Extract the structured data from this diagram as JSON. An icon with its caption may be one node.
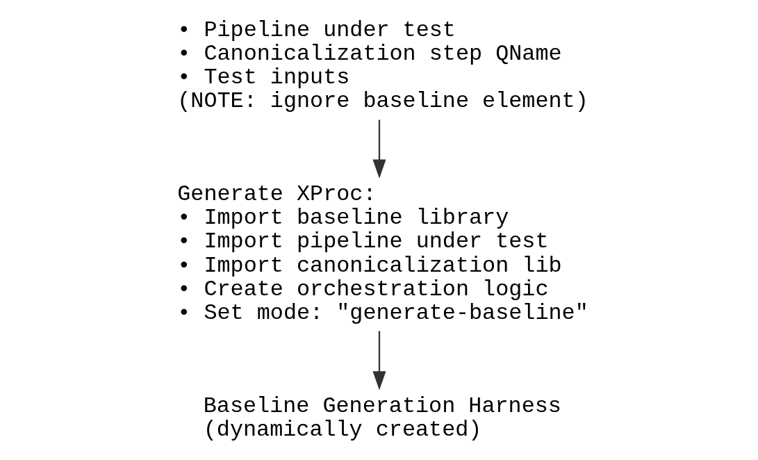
{
  "diagram": {
    "nodes": [
      {
        "text": [
          "• Pipeline under test",
          "• Canonicalization step QName",
          "• Test inputs",
          "(NOTE: ignore baseline element)"
        ]
      },
      {
        "text": [
          "Generate XProc:",
          "• Import baseline library",
          "• Import pipeline under test",
          "• Import canonicalization lib",
          "• Create orchestration logic",
          "• Set mode: \"generate-baseline\""
        ]
      },
      {
        "text": [
          "Baseline Generation Harness",
          "(dynamically created)"
        ]
      }
    ],
    "edges": [
      {
        "from": 0,
        "to": 1,
        "arrow": "to"
      },
      {
        "from": 1,
        "to": 2,
        "arrow": "to"
      }
    ]
  }
}
